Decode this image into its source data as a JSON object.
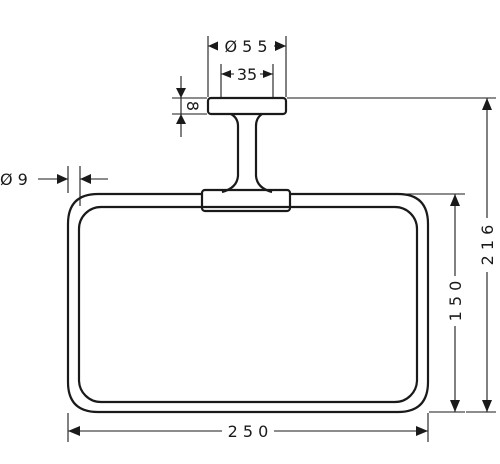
{
  "dimensions": {
    "flange_diameter": "Ø 5 5",
    "flange_inner": "35",
    "flange_thickness": "8",
    "rod_diameter": "Ø 9",
    "overall_width": "2 5 0",
    "ring_height": "1 5 0",
    "overall_height": "2 1 6"
  },
  "colors": {
    "line": "#1a1a1a",
    "background": "#ffffff"
  }
}
